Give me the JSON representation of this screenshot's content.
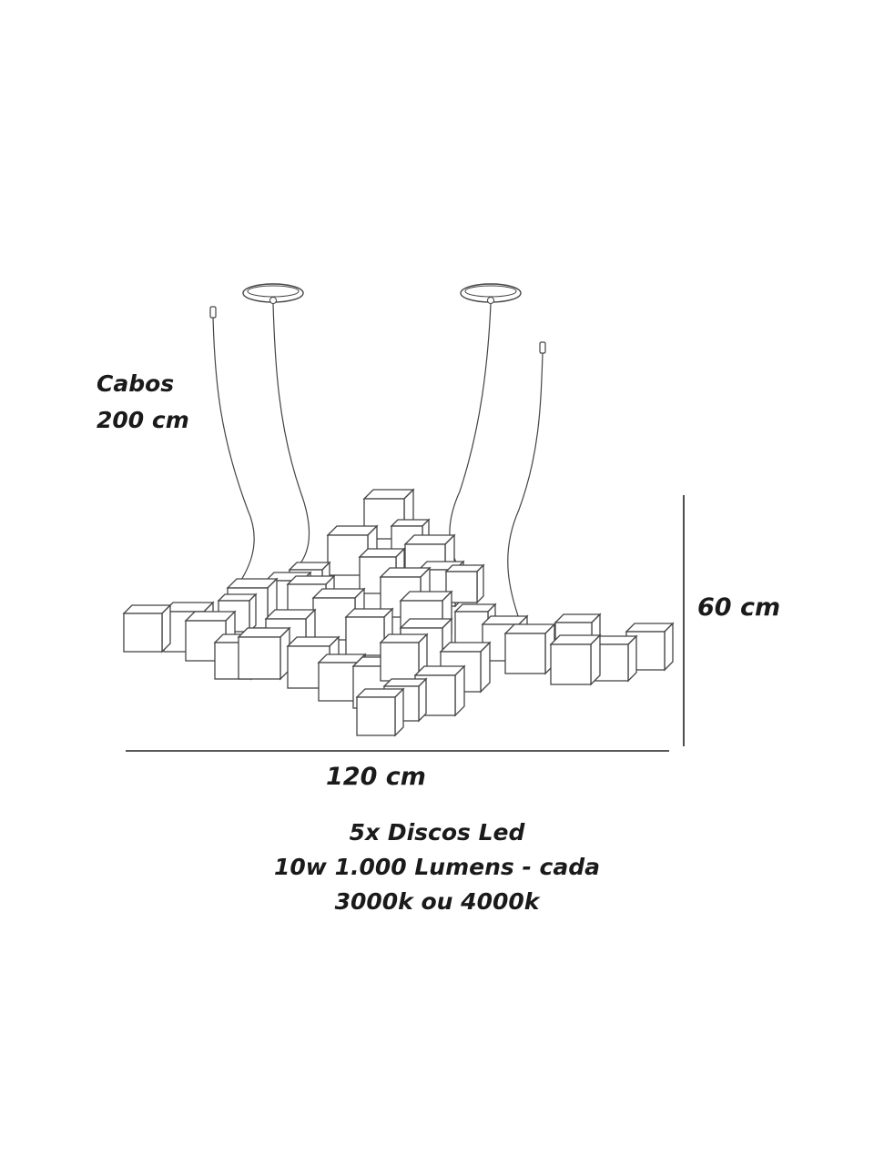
{
  "labels": {
    "cable_title": "Cabos",
    "cable_length": "200 cm",
    "height": "60 cm",
    "width": "120 cm"
  },
  "specs": {
    "line1": "5x Discos Led",
    "line2": "10w 1.000 Lumens - cada",
    "line3": "3000k ou 4000k"
  },
  "colors": {
    "line": "#444444",
    "text": "#1a1a1a",
    "background": "#ffffff"
  }
}
